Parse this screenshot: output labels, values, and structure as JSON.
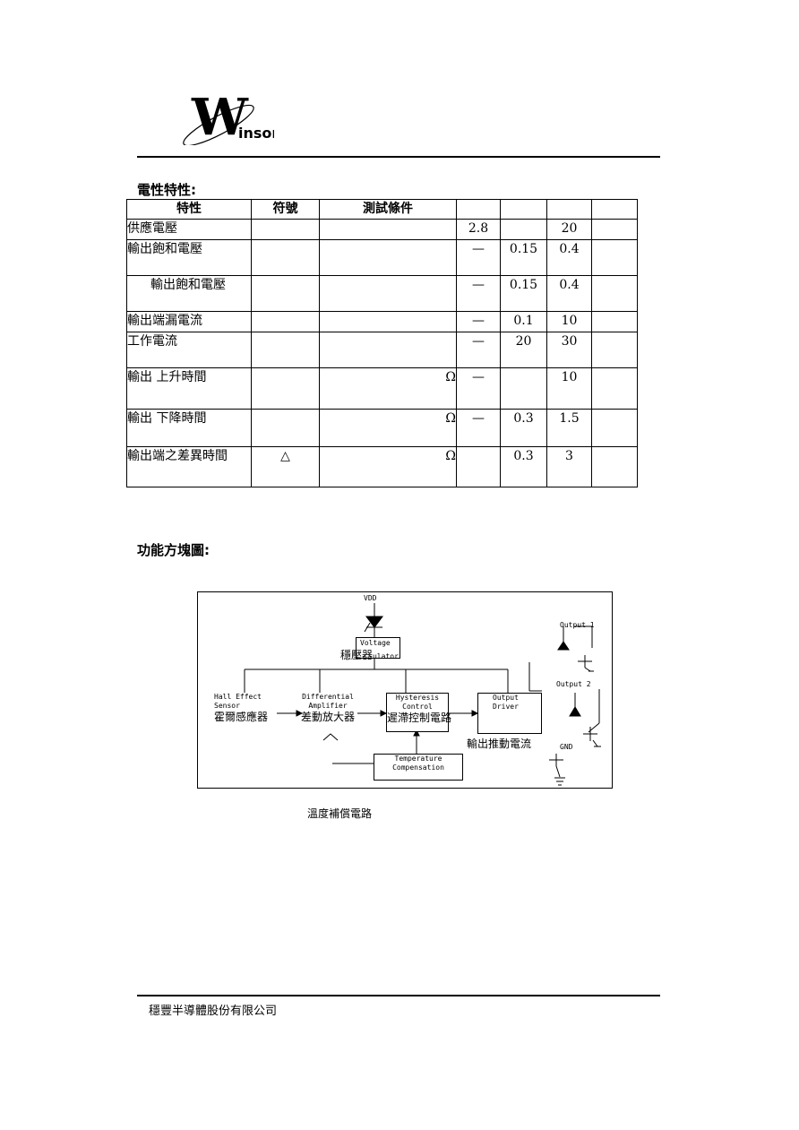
{
  "logo": {
    "text": "Winson"
  },
  "section1": {
    "title": "電性特性:"
  },
  "table": {
    "headers": [
      "特性",
      "符號",
      "測試條件",
      "",
      "",
      "",
      ""
    ],
    "rows": [
      {
        "name": "供應電壓",
        "sym": "",
        "cond": "",
        "min": "2.8",
        "typ": "",
        "max": "20",
        "unit": ""
      },
      {
        "name": "輸出飽和電壓",
        "sym": "",
        "cond": "",
        "min": "—",
        "typ": "0.15",
        "max": "0.4",
        "unit": ""
      },
      {
        "name": "輸出飽和電壓",
        "sym": "",
        "cond": "",
        "min": "—",
        "typ": "0.15",
        "max": "0.4",
        "unit": ""
      },
      {
        "name": "輸出端漏電流",
        "sym": "",
        "cond": "",
        "min": "—",
        "typ": "0.1",
        "max": "10",
        "unit": ""
      },
      {
        "name": "工作電流",
        "sym": "",
        "cond": "",
        "min": "—",
        "typ": "20",
        "max": "30",
        "unit": ""
      },
      {
        "name": "輸出 上升時間",
        "sym": "",
        "cond": "Ω",
        "min": "—",
        "typ": "",
        "max": "10",
        "unit": ""
      },
      {
        "name": "輸出 下降時間",
        "sym": "",
        "cond": "Ω",
        "min": "—",
        "typ": "0.3",
        "max": "1.5",
        "unit": ""
      },
      {
        "name": "輸出端之差異時間",
        "sym": "△",
        "cond": "Ω",
        "min": "",
        "typ": "0.3",
        "max": "3",
        "unit": ""
      }
    ]
  },
  "section2": {
    "title": "功能方塊圖:"
  },
  "diagram": {
    "vdd": "VDD",
    "regulator_en": "Voltage",
    "regulator_cn": "穩壓器",
    "regulator_en2": "ulator",
    "hall_en1": "Hall Effect",
    "hall_en2": "Sensor",
    "hall_cn": "霍爾感應器",
    "amp_en1": "Differential",
    "amp_en2": "Amplifier",
    "amp_cn": "差動放大器",
    "hyst_en1": "Hysteresis",
    "hyst_en2": "Control",
    "hyst_cn": "遲滯控制電路",
    "driver_en1": "Output",
    "driver_en2": "Driver",
    "driver_cn": "輸出推動電流",
    "temp_en1": "Temperature",
    "temp_en2": "Compensation",
    "out1": "Output 1",
    "out2": "Output 2",
    "gnd": "GND"
  },
  "caption": "溫度補償電路",
  "footer": "穩豐半導體股份有限公司"
}
